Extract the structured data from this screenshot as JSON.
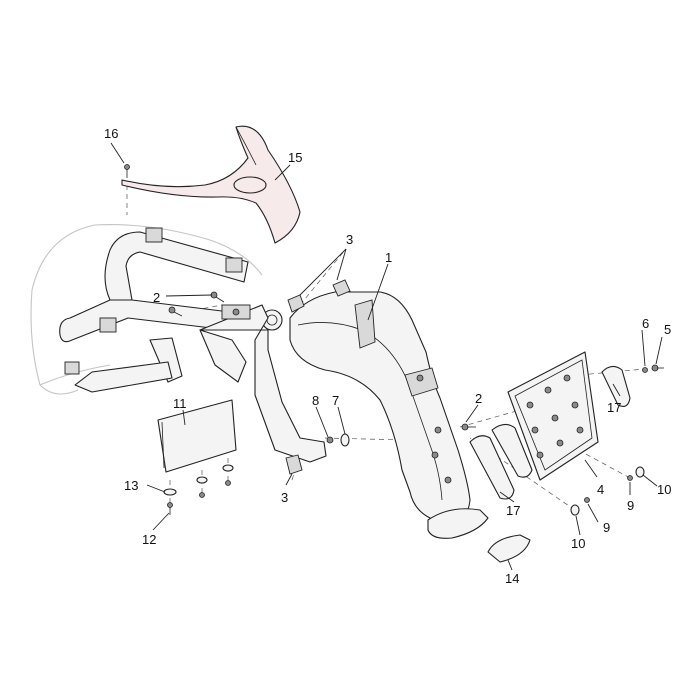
{
  "callouts": [
    {
      "id": "c1",
      "text": "1"
    },
    {
      "id": "c2a",
      "text": "2"
    },
    {
      "id": "c2b",
      "text": "2"
    },
    {
      "id": "c3a",
      "text": "3"
    },
    {
      "id": "c3b",
      "text": "3"
    },
    {
      "id": "c4",
      "text": "4"
    },
    {
      "id": "c5",
      "text": "5"
    },
    {
      "id": "c6",
      "text": "6"
    },
    {
      "id": "c7",
      "text": "7"
    },
    {
      "id": "c8",
      "text": "8"
    },
    {
      "id": "c9a",
      "text": "9"
    },
    {
      "id": "c9b",
      "text": "9"
    },
    {
      "id": "c10a",
      "text": "10"
    },
    {
      "id": "c10b",
      "text": "10"
    },
    {
      "id": "c11",
      "text": "11"
    },
    {
      "id": "c12",
      "text": "12"
    },
    {
      "id": "c13",
      "text": "13"
    },
    {
      "id": "c14",
      "text": "14"
    },
    {
      "id": "c15",
      "text": "15"
    },
    {
      "id": "c16",
      "text": "16"
    },
    {
      "id": "c17a",
      "text": "17"
    },
    {
      "id": "c17b",
      "text": "17"
    }
  ]
}
